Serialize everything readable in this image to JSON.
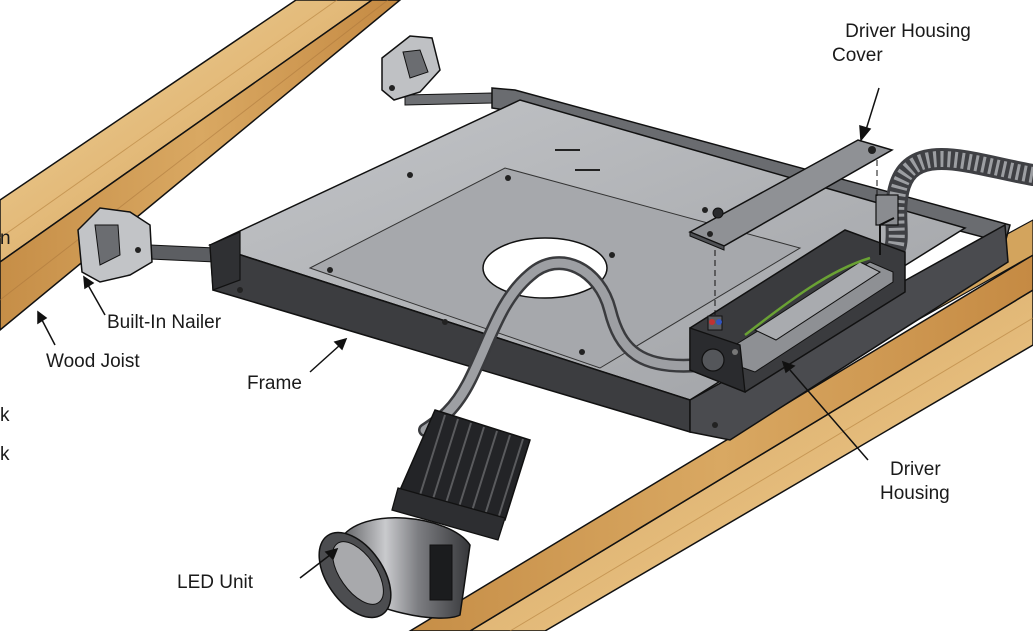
{
  "labels": {
    "driver_housing_cover": [
      "Driver Housing",
      "Cover"
    ],
    "built_in_nailer": "Built-In Nailer",
    "wood_joist": "Wood Joist",
    "frame": "Frame",
    "driver_housing": [
      "Driver",
      "Housing"
    ],
    "led_unit": "LED Unit"
  },
  "cropped_text": [
    "n",
    "k",
    "k"
  ],
  "colors": {
    "wood_light": "#e8c88e",
    "wood_dark": "#c9974f",
    "metal_dark": "#3c3d40",
    "metal_mid": "#7c7e82",
    "metal_light": "#b4b6ba",
    "line": "#111111"
  }
}
